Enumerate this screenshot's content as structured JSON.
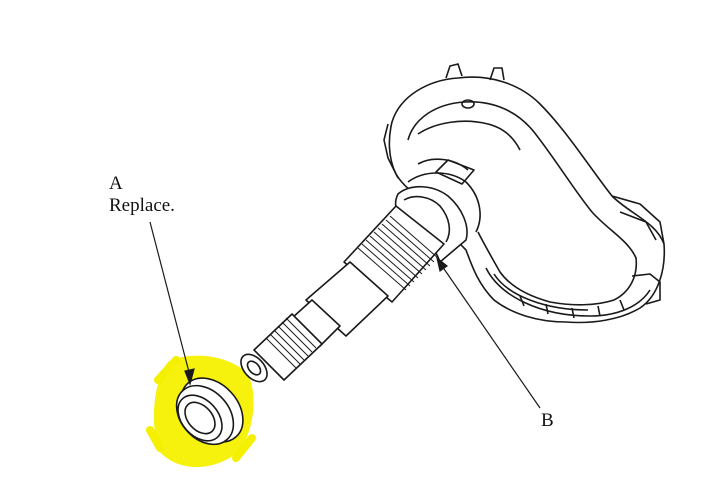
{
  "callouts": {
    "a": {
      "letter": "A",
      "note": "Replace."
    },
    "b": {
      "letter": "B"
    }
  },
  "colors": {
    "line": "#1a1a1a",
    "highlight": "#f5f000",
    "background": "#ffffff"
  }
}
